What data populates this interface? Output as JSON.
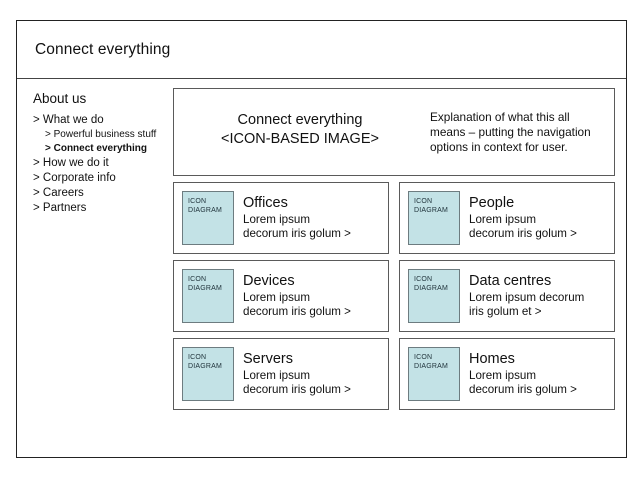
{
  "header": {
    "title": "Connect everything"
  },
  "sidebar": {
    "heading": "About us",
    "items": [
      {
        "label": "> What we do",
        "level": 1,
        "active": false
      },
      {
        "label": "> Powerful business stuff",
        "level": 2,
        "active": false
      },
      {
        "label": "> Connect everything",
        "level": 2,
        "active": true
      },
      {
        "label": "> How we do it",
        "level": 1,
        "active": false
      },
      {
        "label": "> Corporate info",
        "level": 1,
        "active": false
      },
      {
        "label": "> Careers",
        "level": 1,
        "active": false
      },
      {
        "label": "> Partners",
        "level": 1,
        "active": false
      }
    ]
  },
  "hero": {
    "title": "Connect everything",
    "image_placeholder": "<ICON-BASED IMAGE>",
    "explanation": "Explanation of what this all means – putting the navigation options in context for user."
  },
  "cards": [
    {
      "icon_label_line1": "ICON",
      "icon_label_line2": "DIAGRAM",
      "title": "Offices",
      "desc_line1": "Lorem ipsum",
      "desc_line2": "decorum iris golum >"
    },
    {
      "icon_label_line1": "ICON",
      "icon_label_line2": "DIAGRAM",
      "title": "People",
      "desc_line1": "Lorem ipsum",
      "desc_line2": "decorum iris golum >"
    },
    {
      "icon_label_line1": "ICON",
      "icon_label_line2": "DIAGRAM",
      "title": "Devices",
      "desc_line1": "Lorem ipsum",
      "desc_line2": "decorum iris golum >"
    },
    {
      "icon_label_line1": "ICON",
      "icon_label_line2": "DIAGRAM",
      "title": "Data centres",
      "desc_line1": "Lorem ipsum decorum",
      "desc_line2": "iris golum et >"
    },
    {
      "icon_label_line1": "ICON",
      "icon_label_line2": "DIAGRAM",
      "title": "Servers",
      "desc_line1": "Lorem ipsum",
      "desc_line2": "decorum iris golum >"
    },
    {
      "icon_label_line1": "ICON",
      "icon_label_line2": "DIAGRAM",
      "title": "Homes",
      "desc_line1": "Lorem ipsum",
      "desc_line2": "decorum iris golum >"
    }
  ],
  "colors": {
    "icon_swatch": "#c3e2e6",
    "icon_swatch_border": "#6d7c80",
    "frame_border": "#222222",
    "panel_border": "#5a5a5a",
    "text": "#111111"
  }
}
